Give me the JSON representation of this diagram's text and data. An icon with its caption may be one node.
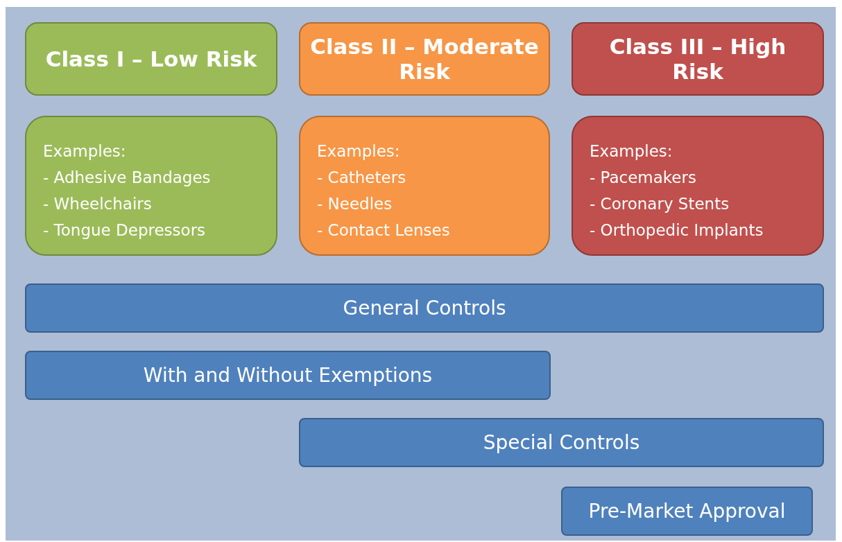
{
  "diagram": {
    "nodes": [
      {
        "text": [
          "Class I – Low Risk"
        ]
      },
      {
        "text": [
          "Class II – Moderate Risk"
        ]
      },
      {
        "text": [
          "Class III – High Risk"
        ]
      },
      {
        "text": [
          "Examples:",
          "- Adhesive Bandages",
          "- Wheelchairs",
          "- Tongue Depressors"
        ]
      },
      {
        "text": [
          "Examples:",
          "- Catheters",
          "- Needles",
          "- Contact Lenses"
        ]
      },
      {
        "text": [
          "Examples:",
          "- Pacemakers",
          "- Coronary Stents",
          "- Orthopedic Implants"
        ]
      },
      {
        "text": [
          "General Controls"
        ]
      },
      {
        "text": [
          "With and Without Exemptions"
        ]
      },
      {
        "text": [
          "Special Controls"
        ]
      },
      {
        "text": [
          "Pre-Market Approval"
        ]
      }
    ]
  }
}
